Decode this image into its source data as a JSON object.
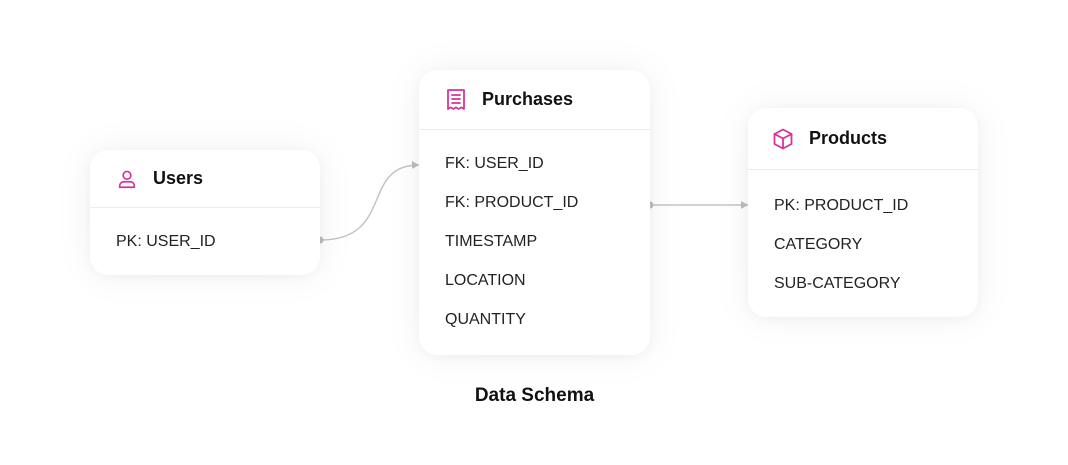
{
  "accent_color": "#d6339b",
  "caption": "Data Schema",
  "tables": {
    "users": {
      "title": "Users",
      "icon": "user-icon",
      "fields": [
        "PK: USER_ID"
      ]
    },
    "purchases": {
      "title": "Purchases",
      "icon": "receipt-icon",
      "fields": [
        "FK: USER_ID",
        "FK: PRODUCT_ID",
        "TIMESTAMP",
        "LOCATION",
        "QUANTITY"
      ]
    },
    "products": {
      "title": "Products",
      "icon": "cube-icon",
      "fields": [
        "PK: PRODUCT_ID",
        "CATEGORY",
        "SUB-CATEGORY"
      ]
    }
  },
  "relations": [
    {
      "from": "Users.PK: USER_ID",
      "to": "Purchases.FK: USER_ID"
    },
    {
      "from": "Purchases.FK: PRODUCT_ID",
      "to": "Products.PK: PRODUCT_ID"
    }
  ]
}
